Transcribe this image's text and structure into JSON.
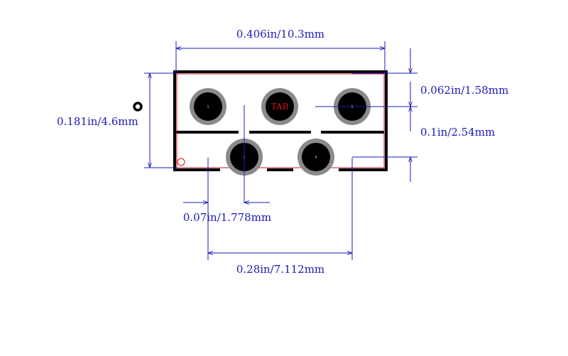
{
  "footprint": {
    "dimensions": {
      "overall_width": "0.406in/10.3mm",
      "overall_height": "0.181in/4.6mm",
      "top_offset": "0.062in/1.58mm",
      "row_pitch": "0.1in/2.54mm",
      "pin_offset": "0.07in/1.778mm",
      "pin_span": "0.28in/7.112mm"
    },
    "tab_label": "TAB",
    "pins": [
      "1",
      "2",
      "3",
      "4",
      "5"
    ],
    "colors": {
      "dimension_line": "#1a1ab8",
      "outline": "#000000",
      "keepout": "#d01020",
      "pad_ring": "#8a8a8a",
      "pad_hole": "#000000"
    }
  }
}
